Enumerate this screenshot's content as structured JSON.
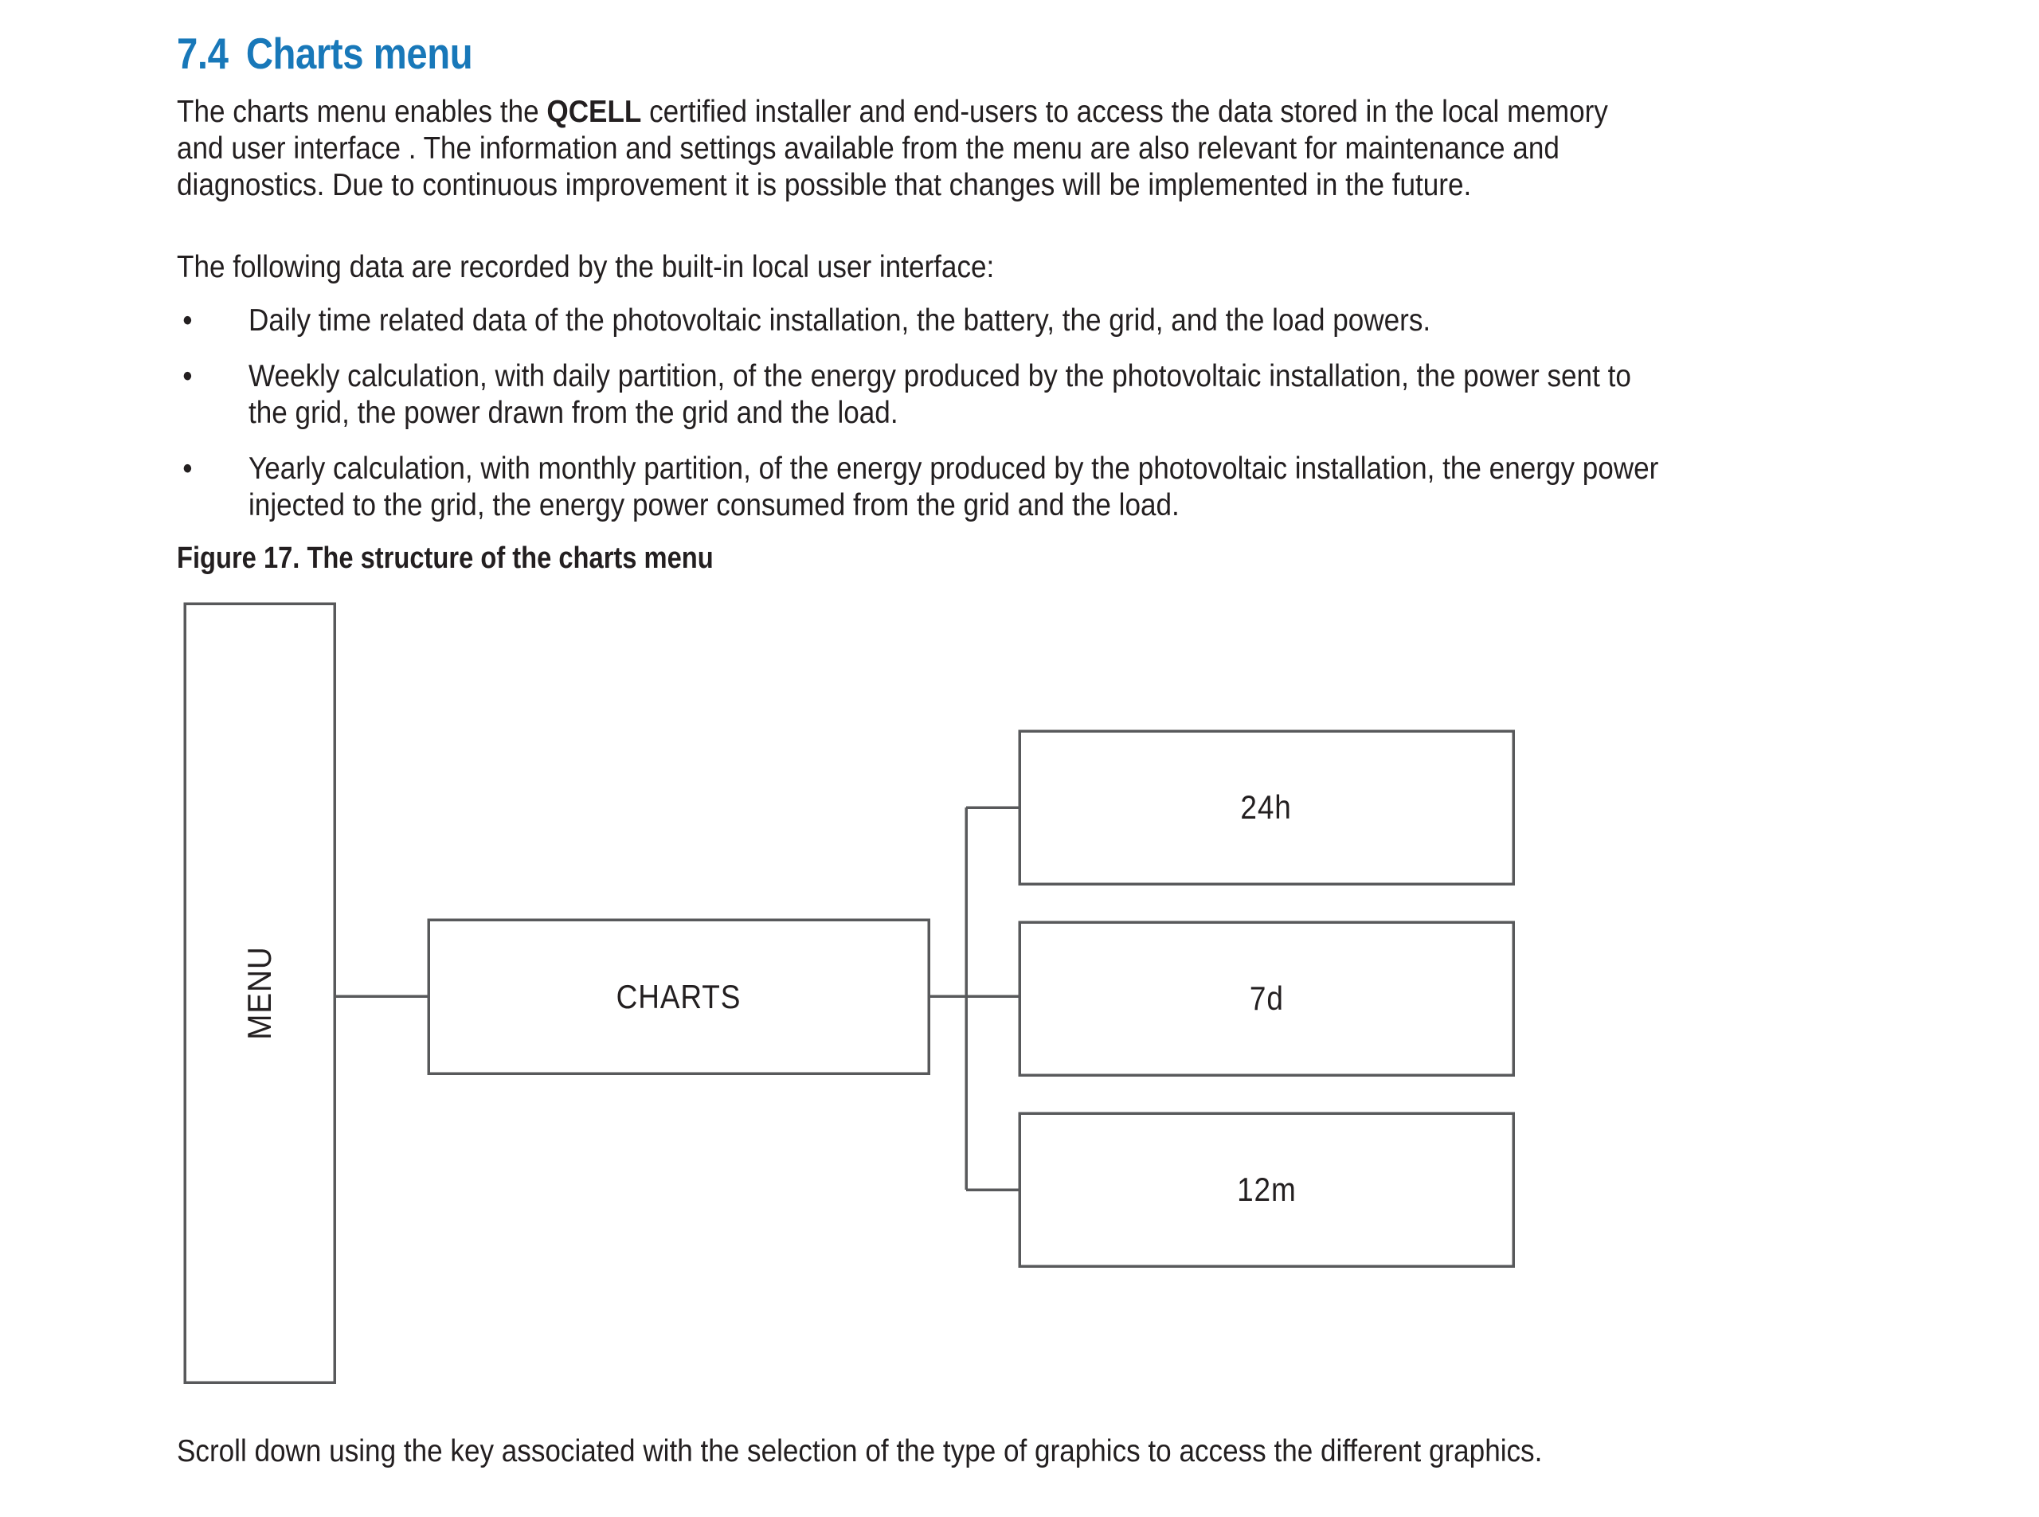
{
  "document": {
    "section_number": "7.4",
    "section_title": "Charts menu",
    "intro_paragraph_lines": [
      "The charts menu enables the QCELL certified installer and end-users to access the data stored in the local memory",
      "and user interface . The information  and settings  available  from  the  menu  are also relevant  for maintenance  and",
      "diagnostics. Due to continuous improvement it is possible that changes will be implemented in the future."
    ],
    "intro_line1_pre_brand": "The charts menu enables the ",
    "intro_brand": "QCELL",
    "intro_line1_post_brand": " certified installer and end-users to access the data stored in the local memory",
    "intro_line2": "and user interface . The information  and settings  available  from  the  menu  are also relevant  for maintenance  and",
    "intro_line3": "diagnostics. Due to continuous improvement it is possible that changes will be implemented in the future.",
    "lead_in": "The following data are recorded by the built-in local user interface:",
    "bullet_marker": "•",
    "bullets": [
      {
        "lines": [
          "Daily time related data of the photovoltaic installation, the battery, the grid, and the load powers."
        ]
      },
      {
        "lines": [
          "Weekly calculation, with daily partition, of the energy produced by the photovoltaic installation, the power sent to",
          "the grid, the power drawn from the grid and the load."
        ]
      },
      {
        "lines": [
          "Yearly calculation, with monthly partition, of the energy produced by the photovoltaic installation, the energy power",
          "injected to the grid, the energy power consumed from the grid and the load."
        ]
      }
    ],
    "figure_caption": "Figure 17. The structure of the charts menu",
    "footer_text": "Scroll down using the key associated with the selection of the type of graphics to access the different graphics."
  },
  "figure": {
    "caption": "Figure 17. The structure of the charts menu",
    "root_node": {
      "label": "MENU",
      "orientation": "vertical-bottom-to-top"
    },
    "middle_node": {
      "label": "CHARTS"
    },
    "leaf_nodes": [
      {
        "label": "24h"
      },
      {
        "label": "7d"
      },
      {
        "label": "12m"
      }
    ],
    "line_color": "#58595b",
    "box_fill": "#ffffff"
  },
  "colors": {
    "heading_blue": "#1878b9",
    "body_text": "#231f20",
    "diagram_stroke": "#58595b",
    "page_background": "#ffffff"
  }
}
